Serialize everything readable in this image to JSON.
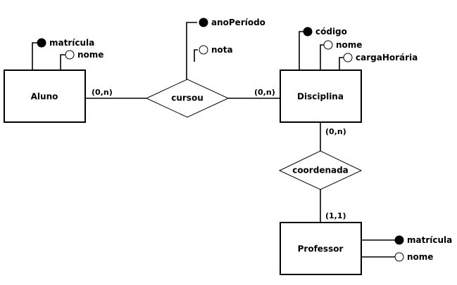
{
  "diagram": {
    "entities": {
      "aluno": "Aluno",
      "disciplina": "Disciplina",
      "professor": "Professor"
    },
    "relationships": {
      "cursou": "cursou",
      "coordenada": "coordenada"
    },
    "attributes": {
      "aluno_matricula": "matrícula",
      "aluno_nome": "nome",
      "cursou_anoperiodo": "anoPeríodo",
      "cursou_nota": "nota",
      "disciplina_codigo": "código",
      "disciplina_nome": "nome",
      "disciplina_cargahoraria": "cargaHorária",
      "professor_matricula": "matrícula",
      "professor_nome": "nome"
    },
    "cardinalities": {
      "aluno_cursou": "(0,n)",
      "disciplina_cursou": "(0,n)",
      "disciplina_coordenada": "(0,n)",
      "professor_coordenada": "(1,1)"
    }
  }
}
